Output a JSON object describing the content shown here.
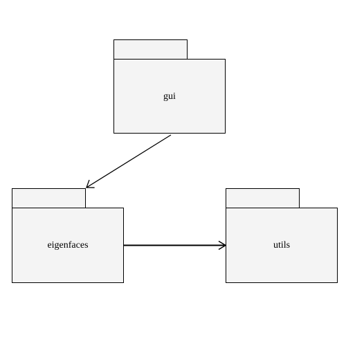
{
  "diagram": {
    "type": "uml-package-diagram",
    "colors": {
      "package_fill": "#f4f4f4",
      "stroke": "#000000",
      "background": "#ffffff"
    },
    "packages": {
      "gui": {
        "label": "gui"
      },
      "eigenfaces": {
        "label": "eigenfaces"
      },
      "utils": {
        "label": "utils"
      }
    },
    "dependencies": [
      {
        "from": "gui",
        "to": "eigenfaces"
      },
      {
        "from": "eigenfaces",
        "to": "utils"
      }
    ]
  }
}
